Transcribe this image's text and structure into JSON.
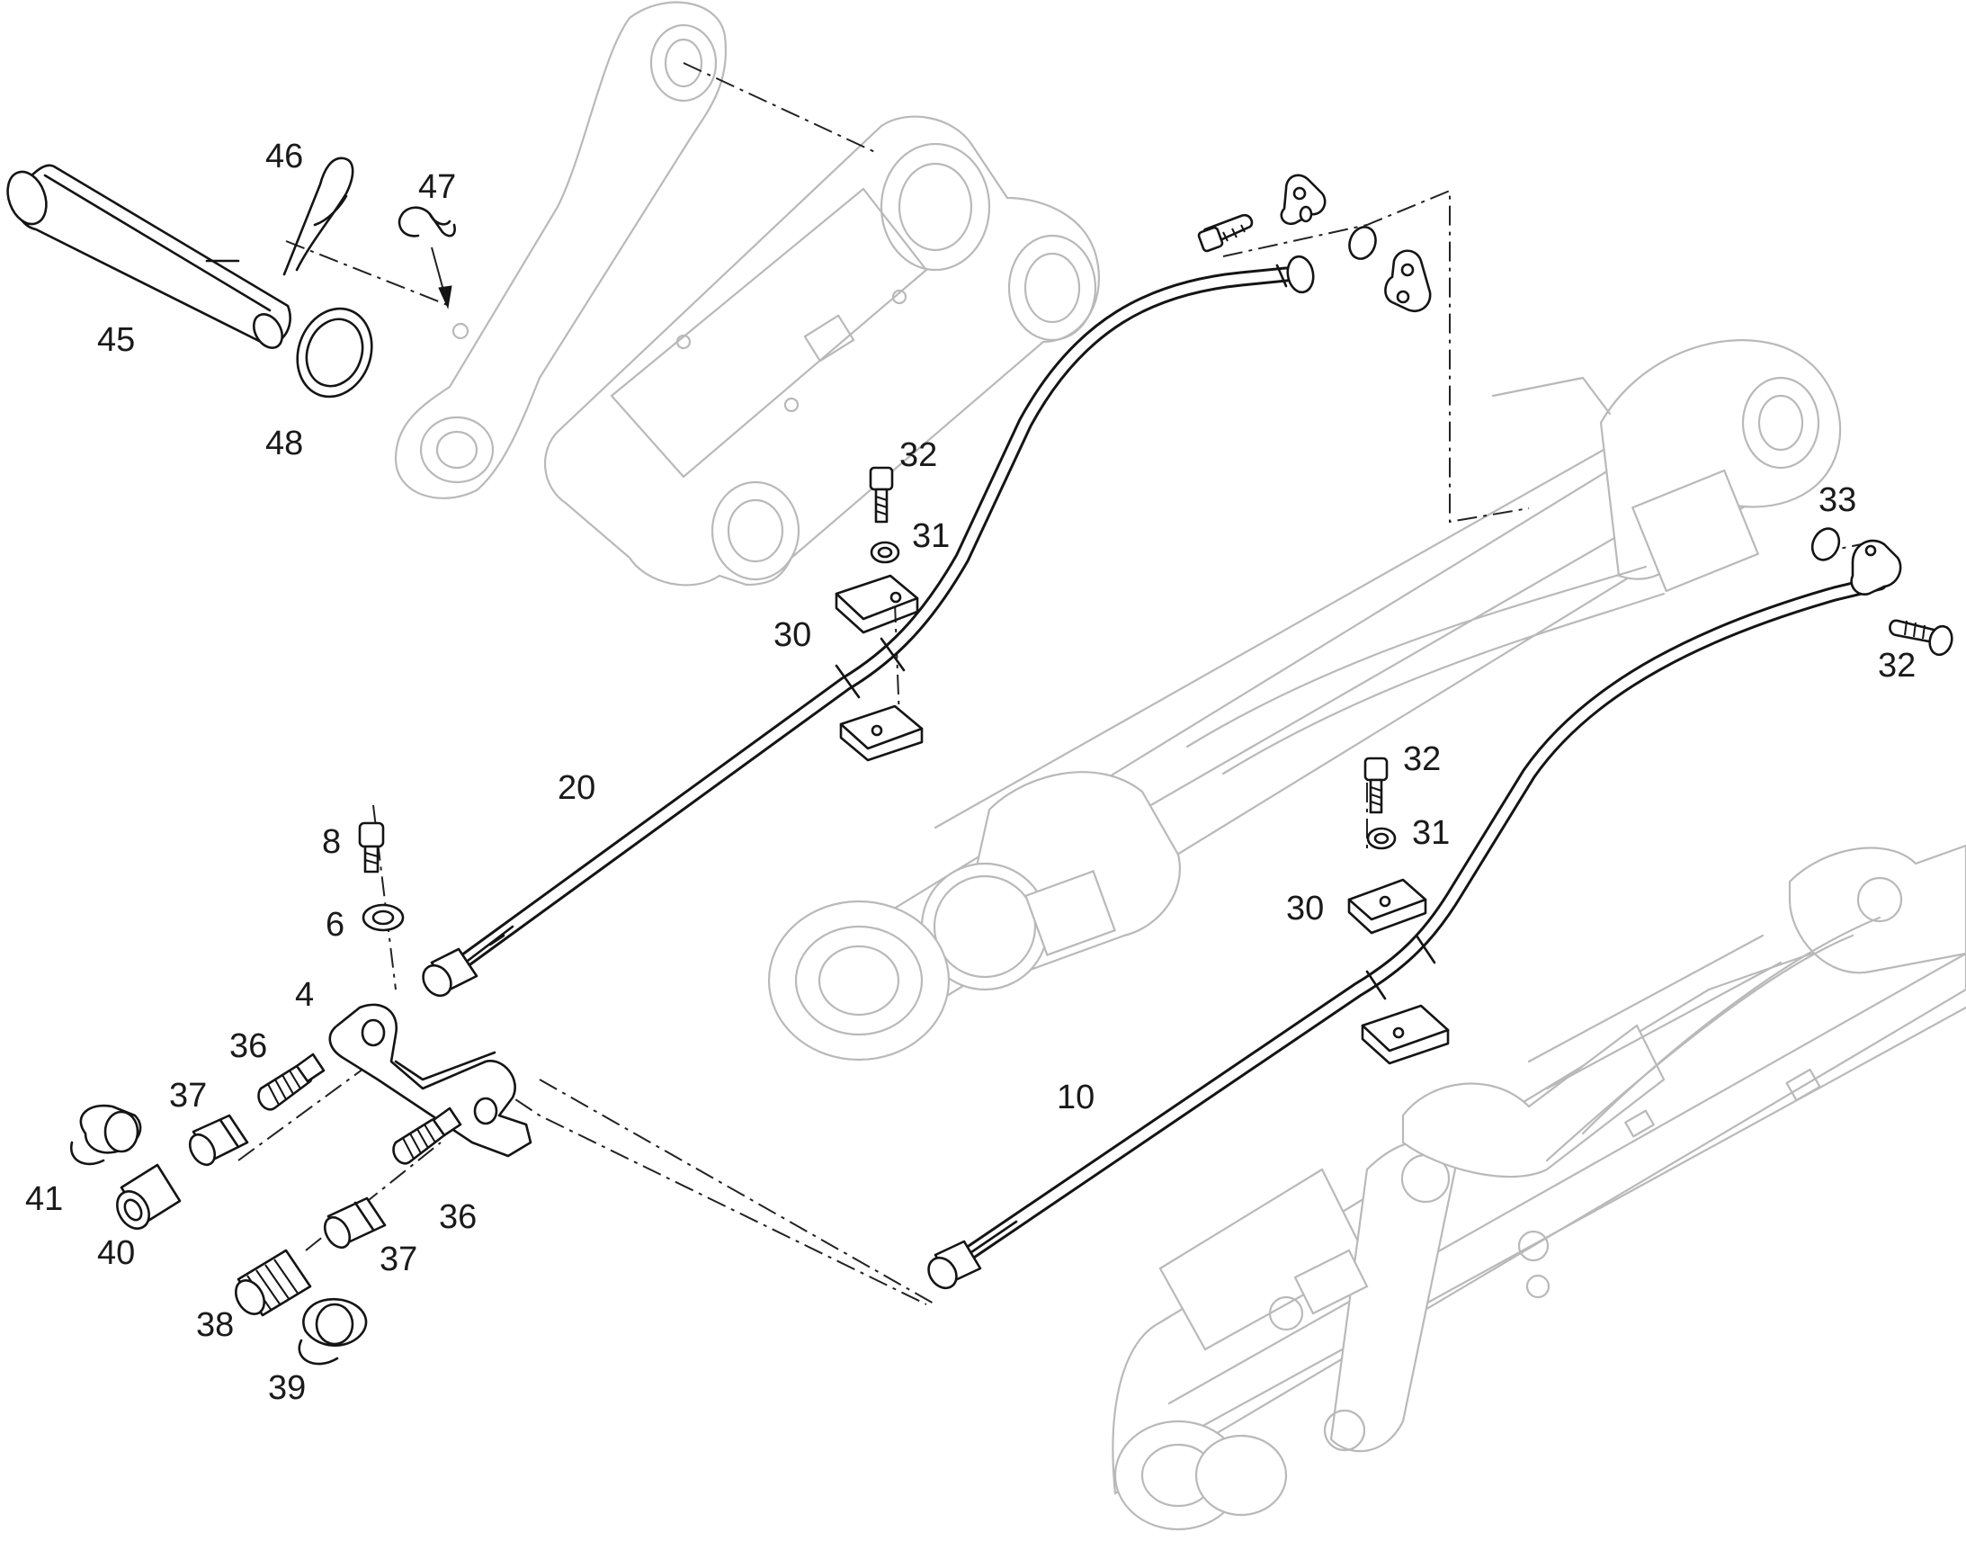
{
  "callouts": [
    {
      "id": "45",
      "text": "45"
    },
    {
      "id": "46",
      "text": "46"
    },
    {
      "id": "47",
      "text": "47"
    },
    {
      "id": "48",
      "text": "48"
    },
    {
      "id": "32a",
      "text": "32"
    },
    {
      "id": "31a",
      "text": "31"
    },
    {
      "id": "30a",
      "text": "30"
    },
    {
      "id": "20",
      "text": "20"
    },
    {
      "id": "8",
      "text": "8"
    },
    {
      "id": "6",
      "text": "6"
    },
    {
      "id": "4",
      "text": "4"
    },
    {
      "id": "36a",
      "text": "36"
    },
    {
      "id": "37a",
      "text": "37"
    },
    {
      "id": "41",
      "text": "41"
    },
    {
      "id": "40",
      "text": "40"
    },
    {
      "id": "36b",
      "text": "36"
    },
    {
      "id": "37b",
      "text": "37"
    },
    {
      "id": "38",
      "text": "38"
    },
    {
      "id": "39",
      "text": "39"
    },
    {
      "id": "10",
      "text": "10"
    },
    {
      "id": "30b",
      "text": "30"
    },
    {
      "id": "31b",
      "text": "31"
    },
    {
      "id": "32b",
      "text": "32"
    },
    {
      "id": "33",
      "text": "33"
    },
    {
      "id": "32c",
      "text": "32"
    }
  ],
  "colors": {
    "line": "#141414",
    "ghost": "#b9b9b9",
    "background": "#ffffff"
  }
}
